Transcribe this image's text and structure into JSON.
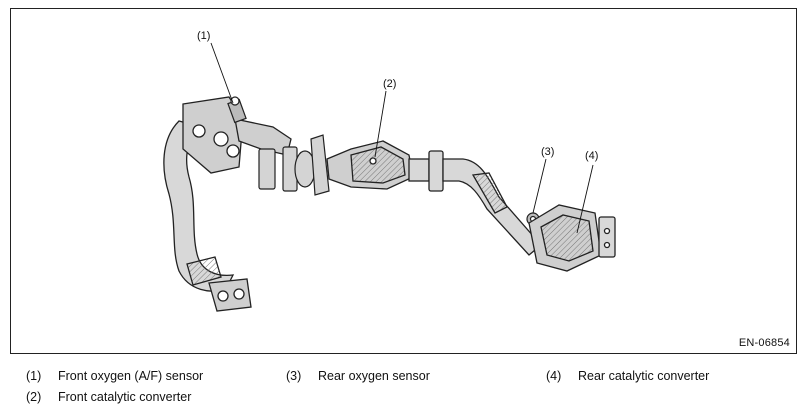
{
  "callouts": [
    {
      "id": "1",
      "label": "(1)"
    },
    {
      "id": "2",
      "label": "(2)"
    },
    {
      "id": "3",
      "label": "(3)"
    },
    {
      "id": "4",
      "label": "(4)"
    }
  ],
  "figure_code": "EN-06854",
  "legend": [
    {
      "number": "(1)",
      "text": "Front oxygen (A/F) sensor"
    },
    {
      "number": "(2)",
      "text": "Front catalytic converter"
    },
    {
      "number": "(3)",
      "text": "Rear oxygen sensor"
    },
    {
      "number": "(4)",
      "text": "Rear catalytic converter"
    }
  ]
}
